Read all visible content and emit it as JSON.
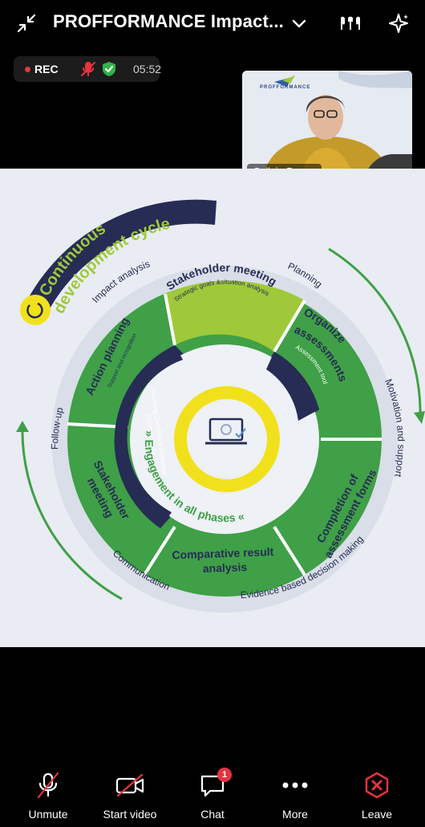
{
  "meeting": {
    "title": "PROFFORMANCE Impact...",
    "rec_label": "REC",
    "timer": "05:52"
  },
  "participant": {
    "name": "Szilvia Besze",
    "tile_logo": "PROFFORMANCE"
  },
  "slide": {
    "banner": [
      "Continuous",
      "development cycle"
    ],
    "outer_labels": {
      "impact": "Impact analysis",
      "planning": "Planning",
      "motivation": "Motivation and support",
      "evidence": "Evidence based decision making",
      "communication": "Communication",
      "followup": "Follow-up"
    },
    "segments": {
      "stakeholder_top_title": "Stakeholder meeting",
      "stakeholder_top_sub": "Strategic goals &situation analysis",
      "organize": [
        "Organize",
        "assessments"
      ],
      "completion": [
        "Completion of",
        "assessment forms"
      ],
      "comparative": [
        "Comparative result",
        "analysis"
      ],
      "stakeholder_bottom": [
        "Stakeholder",
        "meeting"
      ],
      "action_title": "Action planning",
      "action_sub": "Support and recognition"
    },
    "inner": {
      "assessment_tool": "Assessment tool",
      "teaching_db": [
        "Teaching Excellence Database,",
        "Short Courses"
      ],
      "engagement": "» Engagement in all phases «"
    },
    "colors": {
      "green": "#3fa047",
      "lime": "#9fc93a",
      "navy": "#262c54",
      "yellow": "#f1e11c",
      "arc_gray": "#d4d9e5",
      "bg": "#e9ecf3"
    }
  },
  "controls": {
    "unmute": "Unmute",
    "start_video": "Start video",
    "chat": "Chat",
    "chat_badge": "1",
    "more": "More",
    "leave": "Leave"
  }
}
